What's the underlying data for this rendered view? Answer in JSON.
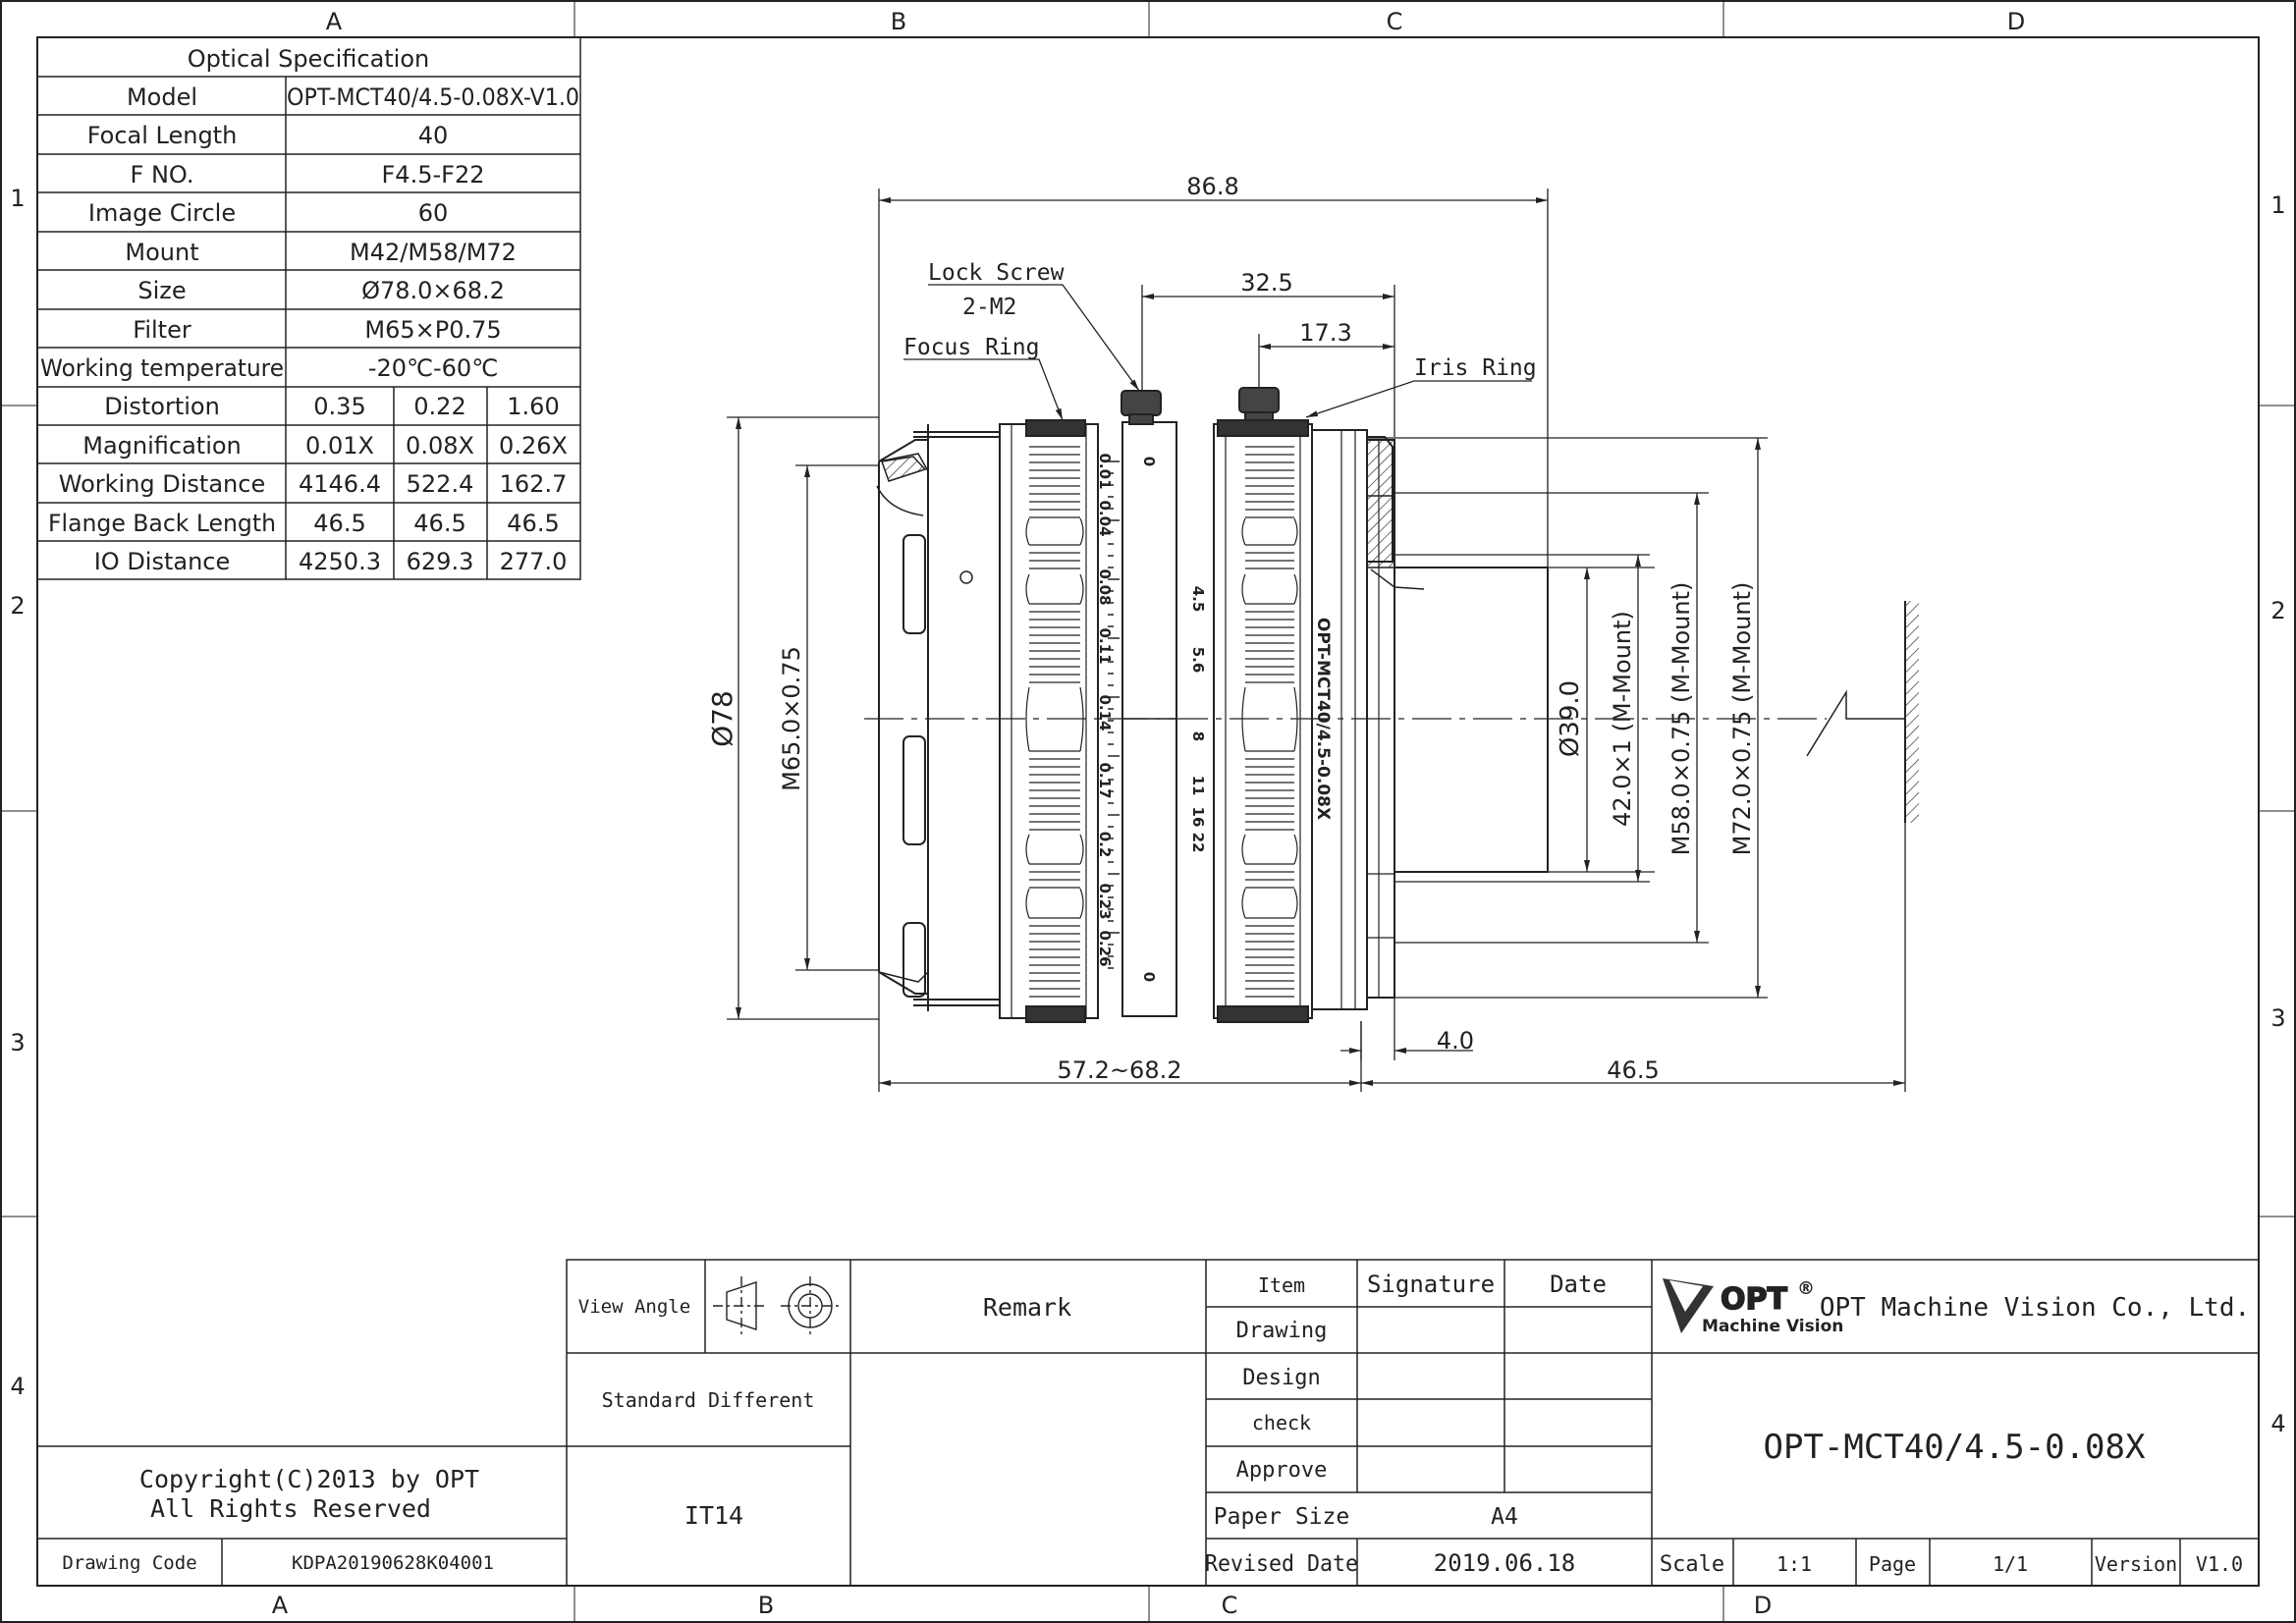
{
  "frame": {
    "top_cols": [
      "A",
      "B",
      "C",
      "D"
    ],
    "bottom_cols": [
      "A",
      "B",
      "C",
      "D"
    ],
    "rows": [
      "1",
      "2",
      "3",
      "4"
    ]
  },
  "spec": {
    "title": "Optical Specification",
    "rows": [
      {
        "label": "Model",
        "value": "OPT-MCT40/4.5-0.08X-V1.0"
      },
      {
        "label": "Focal Length",
        "value": "40"
      },
      {
        "label": "F NO.",
        "value": "F4.5-F22"
      },
      {
        "label": "Image Circle",
        "value": "60"
      },
      {
        "label": "Mount",
        "value": "M42/M58/M72"
      },
      {
        "label": "Size",
        "value": "Ø78.0×68.2"
      },
      {
        "label": "Filter",
        "value": "M65×P0.75"
      },
      {
        "label": "Working temperature",
        "value": "-20℃-60℃"
      }
    ],
    "multi_rows": [
      {
        "label": "Distortion",
        "values": [
          "0.35",
          "0.22",
          "1.60"
        ]
      },
      {
        "label": "Magnification",
        "values": [
          "0.01X",
          "0.08X",
          "0.26X"
        ]
      },
      {
        "label": "Working Distance",
        "values": [
          "4146.4",
          "522.4",
          "162.7"
        ]
      },
      {
        "label": "Flange Back Length",
        "values": [
          "46.5",
          "46.5",
          "46.5"
        ]
      },
      {
        "label": "IO Distance",
        "values": [
          "4250.3",
          "629.3",
          "277.0"
        ]
      }
    ]
  },
  "callouts": {
    "lock_screw": "Lock Screw",
    "lock_screw_spec": "2-M2",
    "focus_ring": "Focus Ring",
    "iris_ring": "Iris Ring"
  },
  "dimensions": {
    "overall_length": "86.8",
    "d32": "32.5",
    "d17": "17.3",
    "dia78": "Ø78",
    "filter_thread": "M65.0×0.75",
    "dia39": "Ø39.0",
    "m42": "42.0×1 (M-Mount)",
    "m58": "M58.0×0.75 (M-Mount)",
    "m72": "M72.0×0.75 (M-Mount)",
    "body_length": "57.2~68.2",
    "d4": "4.0",
    "flange": "46.5"
  },
  "lens_marks": {
    "focus_scale": [
      "0.01",
      "0.04",
      "0.08",
      "0.11",
      "0.14",
      "0.17",
      "0.2",
      "0.23",
      "0.26"
    ],
    "f_scale": [
      "4.5",
      "5.6",
      "8",
      "11",
      "16 22"
    ],
    "zero": "0",
    "engraving": "OPT-MCT40/4.5-0.08X"
  },
  "title_block": {
    "view_angle": "View Angle",
    "remark": "Remark",
    "standard": "Standard Different",
    "it": "IT14",
    "item": "Item",
    "signature": "Signature",
    "date": "Date",
    "drawing": "Drawing",
    "design": "Design",
    "check": "check",
    "approve": "Approve",
    "paper_size_label": "Paper Size",
    "paper_size": "A4",
    "revised_label": "Revised Date",
    "revised": "2019.06.18",
    "logo_text": "OPT",
    "logo_reg": "®",
    "logo_sub": "Machine Vision",
    "company": "OPT Machine Vision Co., Ltd.",
    "part_no": "OPT-MCT40/4.5-0.08X",
    "scale_label": "Scale",
    "scale": "1:1",
    "page_label": "Page",
    "page": "1/1",
    "version_label": "Version",
    "version": "V1.0",
    "copyright_1": "Copyright(C)2013 by OPT",
    "copyright_2": "All Rights Reserved",
    "drawing_code_label": "Drawing Code",
    "drawing_code": "KDPA20190628K04001"
  }
}
